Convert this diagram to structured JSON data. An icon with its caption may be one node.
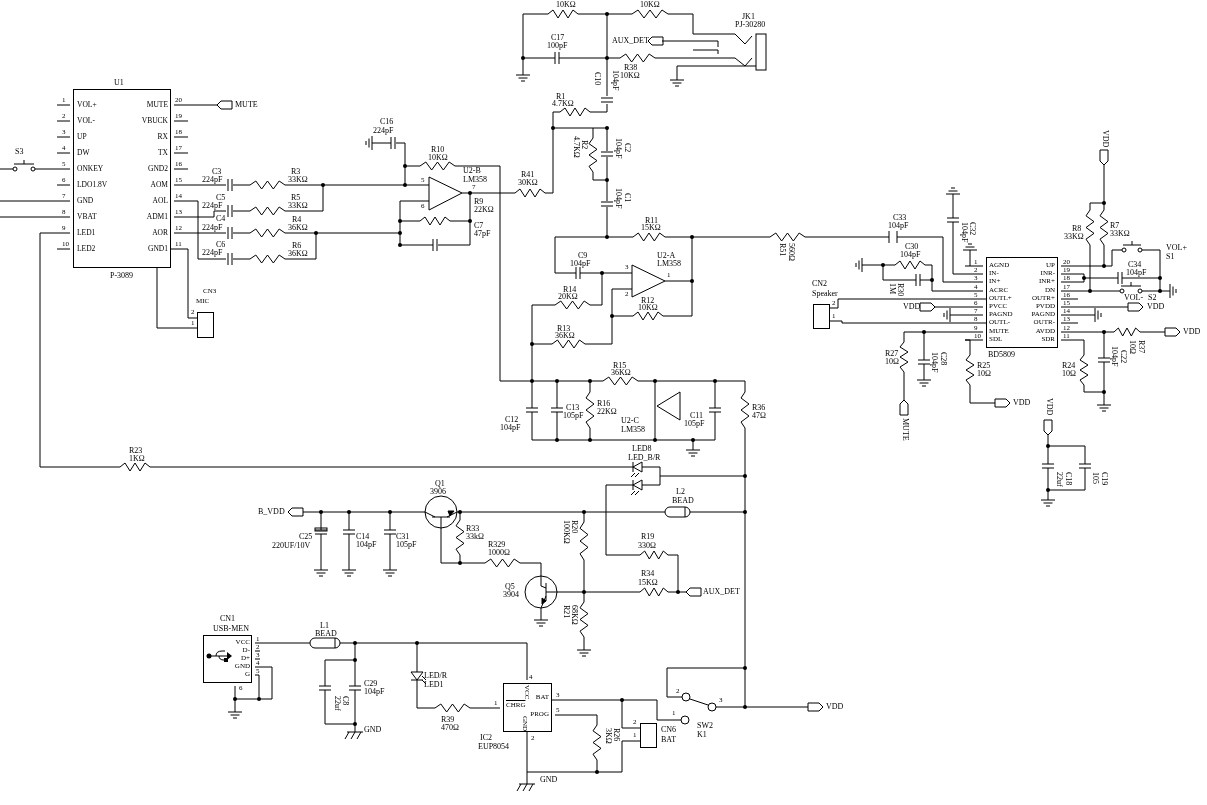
{
  "diagram": {
    "nodes": [
      {
        "text": [
          "U1",
          "VOL+",
          "VOL-",
          "UP",
          "DW",
          "ONKEY",
          "LDO1.8V",
          "GND",
          "VBAT",
          "LED1",
          "LED2",
          "MUTE",
          "VBUCK",
          "RX",
          "TX",
          "GND2",
          "AOM",
          "AOL",
          "ADM1",
          "AOR",
          "GND1",
          "P-3089"
        ],
        "beside": [
          "1",
          "2",
          "3",
          "4",
          "5",
          "6",
          "7",
          "8",
          "9",
          "10",
          "20",
          "19",
          "18",
          "17",
          "16",
          "15",
          "14",
          "13",
          "12",
          "11"
        ]
      },
      {
        "text": [
          "AGND",
          "IN-",
          "IN+",
          "ACRC",
          "OUTL+",
          "PVCC",
          "PAGND",
          "OUTL-",
          "MUTE",
          "SDL",
          "UP",
          "INR-",
          "INR+",
          "DN",
          "OUTR+",
          "PVDD",
          "PAGND",
          "OUTR-",
          "AVDD",
          "SDR",
          "BD5809"
        ],
        "beside": [
          "1",
          "2",
          "3",
          "4",
          "5",
          "6",
          "7",
          "8",
          "9",
          "10",
          "20",
          "19",
          "18",
          "17",
          "16",
          "15",
          "14",
          "13",
          "12",
          "11"
        ]
      },
      {
        "text": [
          "CN2",
          "Speaker"
        ],
        "beside": [
          "2",
          "1"
        ]
      },
      {
        "text": [
          "CN3",
          "MIC"
        ],
        "beside": [
          "2",
          "1"
        ]
      },
      {
        "text": [
          "CN1",
          "USB-MEN",
          "VCC",
          "D-",
          "D+",
          "GND",
          "G"
        ],
        "beside": [
          "1",
          "2",
          "3",
          "4",
          "5",
          "6"
        ]
      },
      {
        "text": [
          "VCC",
          "1",
          "CHRG",
          "BAT",
          "PROG",
          "GND",
          "2",
          "IC2",
          "EUP8054"
        ],
        "beside": [
          "4",
          "3",
          "5"
        ]
      },
      {
        "text": [
          "CN6",
          "BAT"
        ],
        "beside": [
          "2",
          "1"
        ]
      }
    ],
    "edges": [
      {
        "from": 3,
        "to": 0,
        "arrow": "none"
      },
      {
        "from": 3,
        "to": 0,
        "arrow": "none"
      },
      {
        "from": 2,
        "to": 1,
        "arrow": "none"
      },
      {
        "from": 2,
        "to": 1,
        "arrow": "none"
      },
      {
        "from": 5,
        "to": 6,
        "arrow": "none"
      },
      {
        "from": 5,
        "to": 6,
        "arrow": "none"
      }
    ],
    "labels": [
      "10KΩ",
      "10KΩ",
      "JK1",
      "PJ-30280",
      "C17",
      "100pF",
      "AUX_DET",
      "R38",
      "10KΩ",
      "104pF",
      "C10",
      "R1",
      "4.7KΩ",
      "4.7KΩ",
      "R2",
      "104pF",
      "C2",
      "C16",
      "224pF",
      "R10",
      "10KΩ",
      "U2-B",
      "LM358",
      "5",
      "6",
      "7",
      "R41",
      "30KΩ",
      "104pF",
      "C1",
      "R9",
      "22KΩ",
      "C7",
      "47pF",
      "R11",
      "15KΩ",
      "C9",
      "104pF",
      "U2-A",
      "LM358",
      "3",
      "2",
      "1",
      "R14",
      "20KΩ",
      "R12",
      "10KΩ",
      "R13",
      "36KΩ",
      "R15",
      "36KΩ",
      "R16",
      "22KΩ",
      "U2-C",
      "LM358",
      "C12",
      "104pF",
      "C13",
      "105pF",
      "C11",
      "105pF",
      "R36",
      "47Ω",
      "MUTE",
      "S3",
      "C3",
      "224pF",
      "R3",
      "33KΩ",
      "C5",
      "224pF",
      "R5",
      "33KΩ",
      "C4",
      "224pF",
      "R4",
      "36KΩ",
      "C6",
      "224pF",
      "R6",
      "36KΩ",
      "R51",
      "560Ω",
      "C33",
      "104pF",
      "104pF",
      "C32",
      "1M",
      "R30",
      "C30",
      "104pF",
      "R8",
      "33KΩ",
      "R7",
      "33KΩ",
      "C34",
      "104pF",
      "VOL+",
      "S1",
      "VOL-",
      "S2",
      "VDD",
      "VDD",
      "VDD",
      "VDD",
      "10Ω",
      "R37",
      "R27",
      "10Ω",
      "104pF",
      "C28",
      "R25",
      "10Ω",
      "R24",
      "10Ω",
      "104pF",
      "C22",
      "VDD",
      "MUTE",
      "VDD",
      "22uf",
      "C18",
      "105",
      "C19",
      "LED8",
      "LED_B/R",
      "R23",
      "1KΩ",
      "Q1",
      "3906",
      "L2",
      "BEAD",
      "B_VDD",
      "C25",
      "220UF/10V",
      "C14",
      "104pF",
      "C31",
      "105pF",
      "R33",
      "33kΩ",
      "R329",
      "1000Ω",
      "100KΩ",
      "R20",
      "R19",
      "330Ω",
      "R34",
      "15KΩ",
      "Q5",
      "3904",
      "AUX_DET",
      "R21",
      "68KΩ",
      "L1",
      "BEAD",
      "C29",
      "104pF",
      "22uf",
      "C8",
      "GND",
      "LED/R",
      "LED1",
      "R39",
      "470Ω",
      "SW2",
      "K1",
      "VDD",
      "GND",
      "3KΩ",
      "R26",
      "2",
      "1",
      "3"
    ]
  }
}
